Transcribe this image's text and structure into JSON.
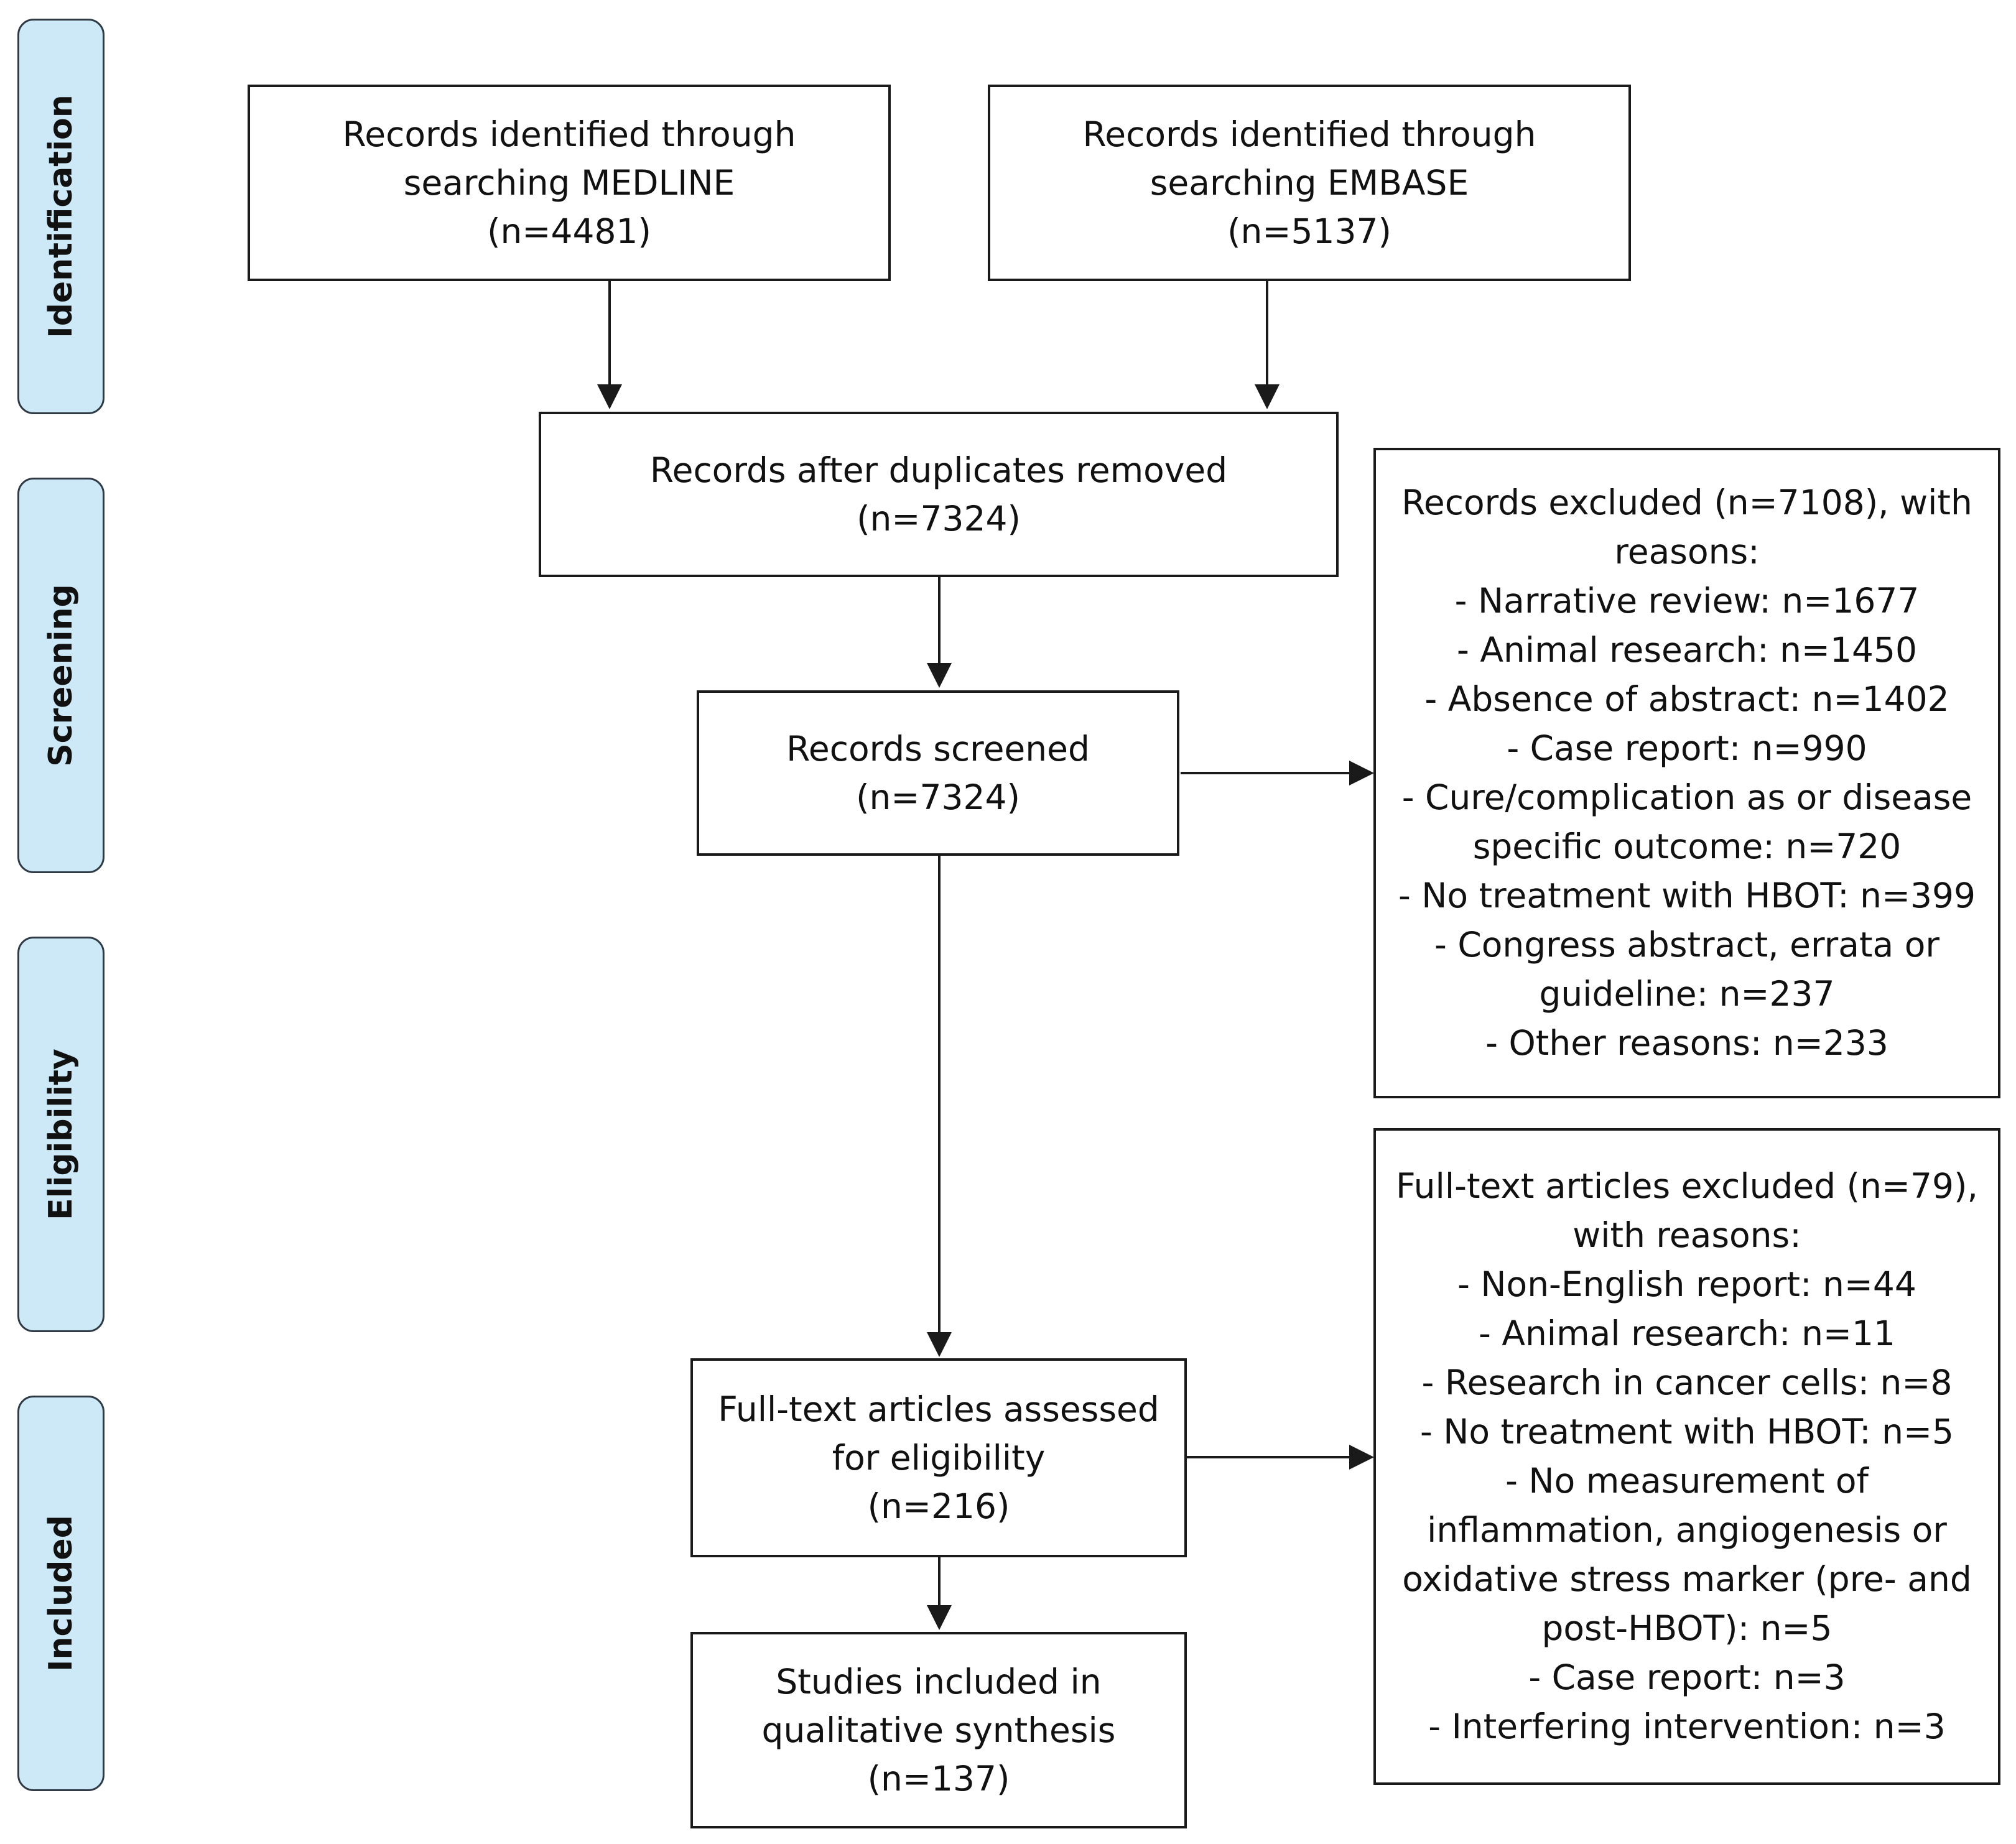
{
  "stages": {
    "identification": "Identification",
    "screening": "Screening",
    "eligibility": "Eligibility",
    "included": "Included"
  },
  "boxes": {
    "medline": {
      "lines": [
        "Records identified through",
        "searching MEDLINE",
        "(n=4481)"
      ]
    },
    "embase": {
      "lines": [
        "Records identified through",
        "searching EMBASE",
        "(n=5137)"
      ]
    },
    "duplicates_removed": {
      "lines": [
        "Records after duplicates removed",
        "(n=7324)"
      ]
    },
    "screened": {
      "lines": [
        "Records screened",
        "(n=7324)"
      ]
    },
    "records_excluded": {
      "lines": [
        "Records excluded (n=7108), with",
        "reasons:",
        "- Narrative review: n=1677",
        "- Animal research: n=1450",
        "- Absence of abstract: n=1402",
        "- Case report: n=990",
        "- Cure/complication as or disease",
        "specific outcome: n=720",
        "- No treatment with HBOT: n=399",
        "- Congress abstract, errata or",
        "guideline: n=237",
        "- Other reasons: n=233"
      ]
    },
    "full_text_assessed": {
      "lines": [
        "Full-text articles assessed",
        "for eligibility",
        "(n=216)"
      ]
    },
    "full_text_excluded": {
      "lines": [
        "Full-text articles excluded (n=79),",
        "with reasons:",
        "- Non-English report: n=44",
        "- Animal research: n=11",
        "- Research in cancer cells: n=8",
        "- No treatment with HBOT: n=5",
        "- No measurement of",
        "inflammation, angiogenesis or",
        "oxidative stress marker (pre- and",
        "post-HBOT): n=5",
        "- Case report: n=3",
        "- Interfering intervention: n=3"
      ]
    },
    "included": {
      "lines": [
        "Studies included in",
        "qualitative synthesis",
        "(n=137)"
      ]
    }
  },
  "colors": {
    "stage_fill": "#cde9f8",
    "stage_border": "#2f3a44",
    "box_border": "#1a1a1a",
    "arrow": "#1a1a1a"
  }
}
